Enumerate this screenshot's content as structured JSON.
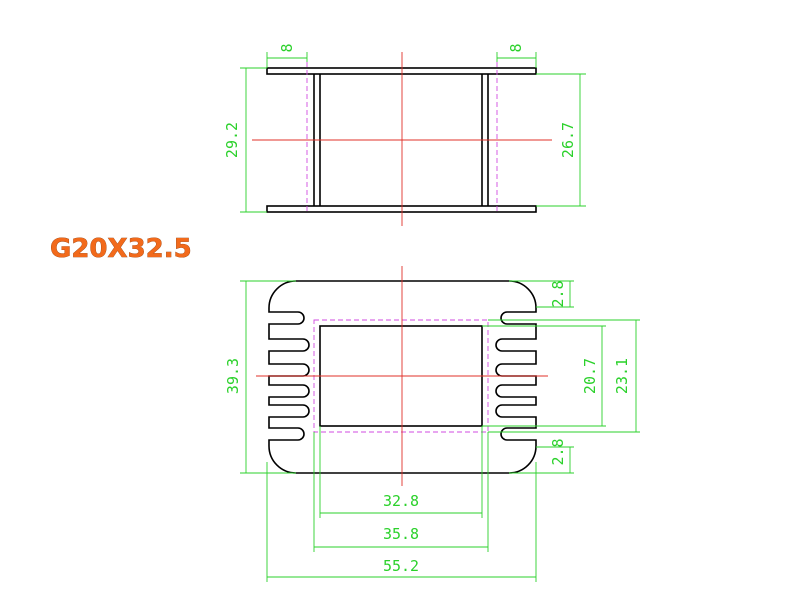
{
  "title": "G20X32.5",
  "colors": {
    "outline": "#000000",
    "center_line": "#e0302a",
    "hidden_line": "#d24be0",
    "dimension": "#2bd12b",
    "title": "#f26a1b"
  },
  "top_view": {
    "dims": {
      "flange_left": "8",
      "flange_right": "8",
      "outer_height": "29.2",
      "inner_height": "26.7"
    }
  },
  "front_view": {
    "dims": {
      "total_height": "39.3",
      "top_gap": "2.8",
      "bottom_gap": "2.8",
      "window_height": "20.7",
      "dashed_height": "23.1",
      "window_width": "32.8",
      "dashed_width": "35.8",
      "total_width": "55.2"
    }
  }
}
